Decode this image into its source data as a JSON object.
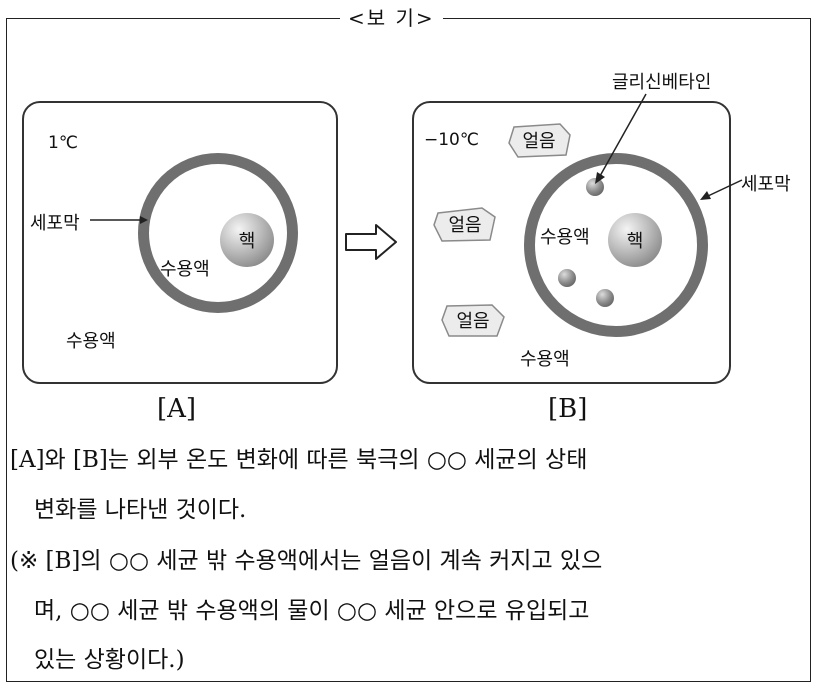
{
  "box_title": "<보  기>",
  "panel_a": {
    "temperature": "1℃",
    "membrane_label": "세포막",
    "nucleus_label": "핵",
    "inner_fluid_label": "수용액",
    "outer_fluid_label": "수용액",
    "caption": "[A]"
  },
  "panel_b": {
    "temperature": "−10℃",
    "ice_labels": [
      "얼음",
      "얼음",
      "얼음"
    ],
    "molecule_label": "글리신베타인",
    "membrane_label": "세포막",
    "nucleus_label": "핵",
    "inner_fluid_label": "수용액",
    "outer_fluid_label": "수용액",
    "caption": "[B]"
  },
  "description": {
    "line1": "[A]와 [B]는 외부 온도 변화에 따른 북극의 ○○ 세균의 상태",
    "line2": "변화를 나타낸 것이다.",
    "line3": "(※ [B]의 ○○ 세균 밖 수용액에서는 얼음이 계속 커지고 있으",
    "line4": "며, ○○ 세균 밖 수용액의 물이  ○○ 세균 안으로 유입되고",
    "line5": "있는 상황이다.)"
  }
}
